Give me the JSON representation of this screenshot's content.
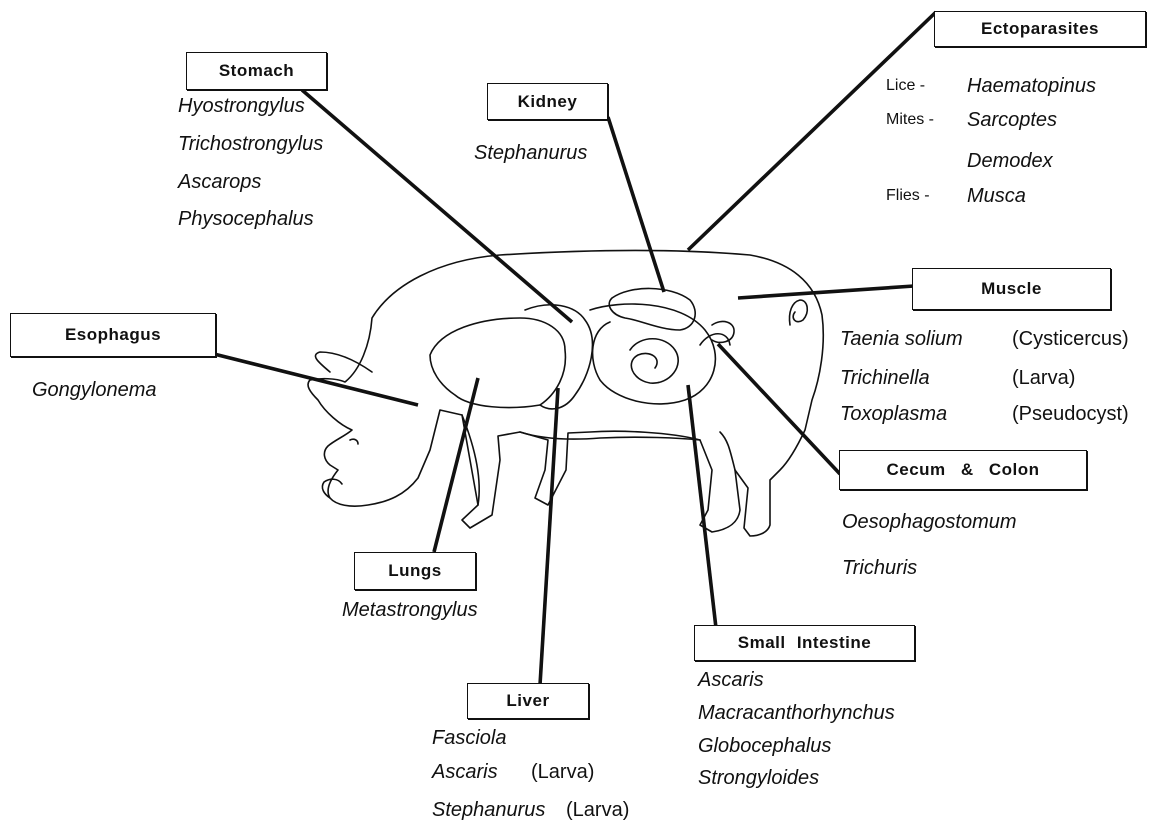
{
  "organs": {
    "stomach": {
      "label": "Stomach",
      "parasites": [
        "Hyostrongylus",
        "Trichostrongylus",
        "Ascarops",
        "Physocephalus"
      ]
    },
    "kidney": {
      "label": "Kidney",
      "parasites": [
        "Stephanurus"
      ]
    },
    "ectoparasites": {
      "label": "Ectoparasites",
      "lice": {
        "label": "Lice -",
        "value": "Haematopinus"
      },
      "mites": {
        "label": "Mites -",
        "values": [
          "Sarcoptes",
          "Demodex"
        ]
      },
      "flies": {
        "label": "Flies -",
        "value": "Musca"
      }
    },
    "esophagus": {
      "label": "Esophagus",
      "parasites": [
        "Gongylonema"
      ]
    },
    "muscle": {
      "label": "Muscle",
      "parasites": [
        {
          "name": "Taenia solium",
          "stage": "(Cysticercus)"
        },
        {
          "name": "Trichinella",
          "stage": "(Larva)"
        },
        {
          "name": "Toxoplasma",
          "stage": "(Pseudocyst)"
        }
      ]
    },
    "cecum_colon": {
      "label": "Cecum & Colon",
      "parasites": [
        "Oesophagostomum",
        "Trichuris"
      ]
    },
    "lungs": {
      "label": "Lungs",
      "parasites": [
        "Metastrongylus"
      ]
    },
    "small_intestine": {
      "label": "Small Intestine",
      "parasites": [
        "Ascaris",
        "Macracanthorhynchus",
        "Globocephalus",
        "Strongyloides"
      ]
    },
    "liver": {
      "label": "Liver",
      "parasites": [
        {
          "name": "Fasciola",
          "stage": ""
        },
        {
          "name": "Ascaris",
          "stage": "(Larva)"
        },
        {
          "name": "Stephanurus",
          "stage": "(Larva)"
        }
      ]
    }
  }
}
